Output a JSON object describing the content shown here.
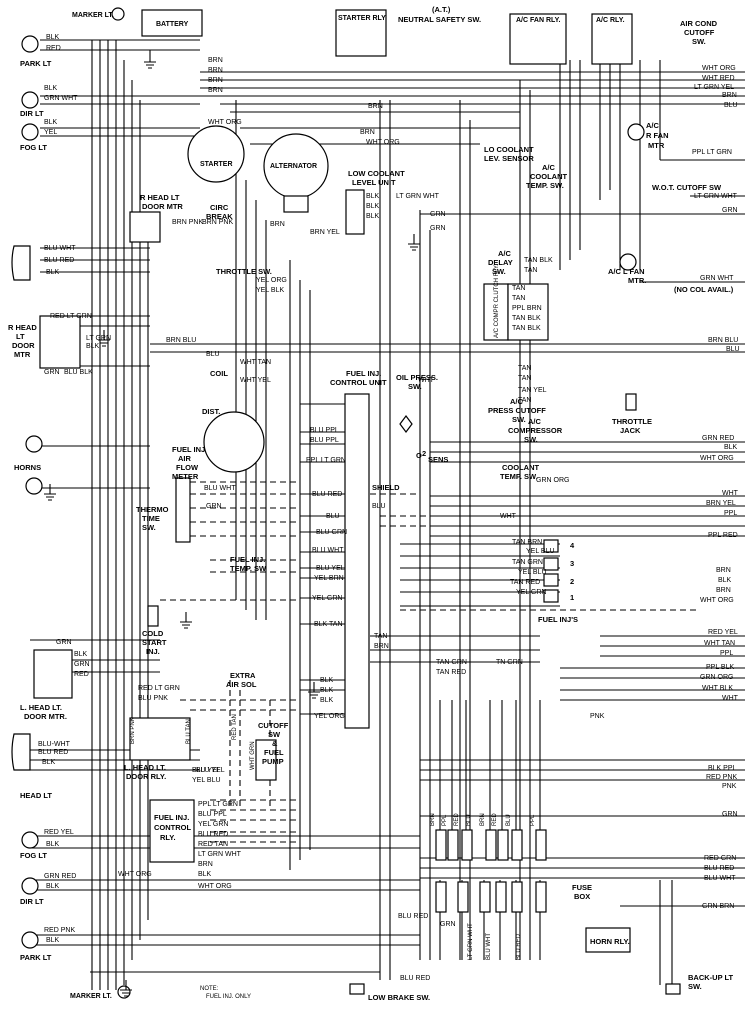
{
  "components": {
    "marker_lt_top": "MARKER LT.",
    "marker_lt_bottom": "MARKER LT.",
    "battery": "BATTERY",
    "starter_rly": "STARTER RLY",
    "neutral_safety_l1": "(A.T.)",
    "neutral_safety_l2": "NEUTRAL SAFETY SW.",
    "ac_fan_rly": "A/C FAN RLY.",
    "ac_rly": "A/C RLY.",
    "air_cond_cutoff_l1": "AIR COND",
    "air_cond_cutoff_l2": "CUTOFF",
    "air_cond_cutoff_l3": "SW.",
    "park_lt_top": "PARK LT",
    "park_lt_bottom": "PARK LT",
    "dir_lt_top": "DIR LT",
    "dir_lt_bottom": "DIR LT",
    "fog_lt_top": "FOG LT",
    "fog_lt_bottom": "FOG LT",
    "starter": "STARTER",
    "alternator": "ALTERNATOR",
    "lo_coolant_lev_l1": "LO COOLANT",
    "lo_coolant_lev_l2": "LEV. SENSOR",
    "ac_r_fan_l1": "A/C",
    "ac_r_fan_l2": "R FAN",
    "ac_r_fan_l3": "MTR",
    "ac_coolant_temp_l1": "A/C",
    "ac_coolant_temp_l2": "COOLANT",
    "ac_coolant_temp_l3": "TEMP. SW.",
    "low_coolant_unit_l1": "LOW COOLANT",
    "low_coolant_unit_l2": "LEVEL UNIT",
    "wot_cutoff": "W.O.T. CUTOFF SW",
    "r_head_lt_door_mtr_l1": "R HEAD LT",
    "r_head_lt_door_mtr_l2": "DOOR MTR",
    "circ_break_l1": "CIRC",
    "circ_break_l2": "BREAK",
    "throttle_sw": "THROTTLE SW.",
    "ac_delay_l1": "A/C",
    "ac_delay_l2": "DELAY",
    "ac_delay_l3": "SW.",
    "ac_l_fan_l1": "A/C L FAN",
    "ac_l_fan_l2": "MTR.",
    "no_col_avail": "(NO COL AVAIL.)",
    "ac_compr_clutch": "A/C COMPR CLUTCH RLY.",
    "r_head_lt_door_mtr_left_l1": "R HEAD",
    "r_head_lt_door_mtr_left_l2": "LT",
    "r_head_lt_door_mtr_left_l3": "DOOR",
    "r_head_lt_door_mtr_left_l4": "MTR",
    "coil": "COIL",
    "dist": "DIST.",
    "fuel_inj_control_unit_l1": "FUEL INJ.",
    "fuel_inj_control_unit_l2": "CONTROL UNIT",
    "oil_press_l1": "OIL PRESS.",
    "oil_press_l2": "SW.",
    "ac_press_cutoff_l1": "A/C",
    "ac_press_cutoff_l2": "PRESS CUTOFF",
    "ac_press_cutoff_l3": "SW.",
    "ac_compressor_l1": "A/C",
    "ac_compressor_l2": "COMPRESSOR",
    "ac_compressor_l3": "SW.",
    "throttle_jack_l1": "THROTTLE",
    "throttle_jack_l2": "JACK",
    "horns": "HORNS",
    "fuel_inj_air_flow_l1": "FUEL INJ",
    "fuel_inj_air_flow_l2": "AIR",
    "fuel_inj_air_flow_l3": "FLOW",
    "fuel_inj_air_flow_l4": "METER",
    "o2_sens_l1": "O",
    "o2_sens_l2": "SENS",
    "shield": "SHIELD",
    "coolant_temp_sw_l1": "COOLANT",
    "coolant_temp_sw_l2": "TEMP. SW.",
    "thermo_time_l1": "THERMO",
    "thermo_time_l2": "TIME",
    "thermo_time_l3": "SW.",
    "fuel_inj_temp_l1": "FUEL INJ.",
    "fuel_inj_temp_l2": "TEMP. SW",
    "fuel_injs": "FUEL INJ'S",
    "cold_start_l1": "COLD",
    "cold_start_l2": "START",
    "cold_start_l3": "INJ.",
    "extra_air_sol_l1": "EXTRA",
    "extra_air_sol_l2": "AIR SOL",
    "l_head_lt_door_mtr_top_l1": "L. HEAD LT.",
    "l_head_lt_door_mtr_top_l2": "DOOR MTR.",
    "l_head_lt_door_rly_l1": "L. HEAD LT.",
    "l_head_lt_door_rly_l2": "DOOR RLY.",
    "cutoff_sw_l1": "CUTOFF",
    "cutoff_sw_l2": "SW",
    "cutoff_sw_l3": "&",
    "cutoff_sw_l4": "FUEL",
    "cutoff_sw_l5": "PUMP",
    "head_lt": "HEAD LT",
    "fuel_inj_control_rly_l1": "FUEL INJ.",
    "fuel_inj_control_rly_l2": "CONTROL",
    "fuel_inj_control_rly_l3": "RLY.",
    "fuse_box_l1": "FUSE",
    "fuse_box_l2": "BOX",
    "horn_rly": "HORN RLY.",
    "back_up_lt_l1": "BACK-UP LT",
    "back_up_lt_l2": "SW.",
    "low_brake_sw": "LOW BRAKE SW.",
    "note_l1": "NOTE:",
    "note_l2": "FUEL INJ. ONLY"
  },
  "wire_labels_left": [
    "BLK",
    "RED",
    "BLK",
    "GRN WHT",
    "BLK",
    "YEL",
    "BLU WHT",
    "BLU RED",
    "BLK",
    "RED LT GRN",
    "LT GRN",
    "BLK",
    "GRN",
    "BLU BLK",
    "GRN",
    "BLK",
    "GRN",
    "RED",
    "BLU-WHT",
    "BLU RED",
    "BLK",
    "RED YEL",
    "BLK",
    "GRN RED",
    "BLK",
    "RED PNK",
    "BLK"
  ],
  "wire_labels_right": [
    "WHT ORG",
    "WHT RED",
    "LT GRN YEL",
    "BRN",
    "BLU",
    "PPL LT GRN",
    "LT GRN WHT",
    "GRN",
    "GRN WHT",
    "BRN BLU",
    "BLU",
    "GRN RED",
    "BLK",
    "WHT ORG",
    "WHT",
    "BRN YEL",
    "PPL",
    "PPL RED",
    "BRN",
    "BLK",
    "BRN",
    "WHT ORG",
    "RED YEL",
    "WHT TAN",
    "PPL",
    "PPL BLK",
    "GRN ORG",
    "WHT BLK",
    "WHT",
    "BLK PPL",
    "RED PNK",
    "PNK",
    "GRN",
    "RED GRN",
    "BLU RED",
    "BLU WHT",
    "GRN BRN"
  ],
  "wire_labels_center": [
    "BRN",
    "BRN",
    "BRN",
    "BRN",
    "WHT ORG",
    "BRN",
    "BRN",
    "WHT ORG",
    "LT GRN WHT",
    "BLK",
    "BLK",
    "BLK",
    "GRN",
    "GRN",
    "BRN PNK",
    "BRN PNK",
    "BRN",
    "BRN YEL",
    "YEL ORG",
    "YEL BLK",
    "TAN BLK",
    "TAN",
    "TAN",
    "TAN",
    "PPL BRN",
    "TAN BLK",
    "TAN BLK",
    "BRN BLU",
    "BLU",
    "WHT TAN",
    "WHT YEL",
    "WHT",
    "TAN",
    "TAN",
    "TAN YEL",
    "TAN",
    "BLU PPL",
    "BLU PPL",
    "BLU WHT",
    "PPL LT GRN",
    "BLU RED",
    "GRN",
    "BLU",
    "BLU GRN",
    "BLU WHT",
    "BLU YEL",
    "YEL BRN",
    "YEL GRN",
    "BLK TAN",
    "GRN ORG",
    "BLU",
    "WHT",
    "TAN BRN",
    "YEL BLU",
    "TAN GRN",
    "YEL BLU",
    "TAN RED",
    "YEL GRN",
    "TAN",
    "BRN",
    "TAN GRN",
    "TAN RED",
    "TN GRN",
    "BLK",
    "BLK",
    "BLK",
    "YEL ORG",
    "RED LT GRN",
    "BLU PNK",
    "BRN PNK",
    "BLU TAN",
    "BLU YEL",
    "YEL BLU",
    "WHT GRN",
    "RED TAN",
    "PPL LT GRN",
    "BLU PPL",
    "YEL GRN",
    "BLU RED",
    "RED TAN",
    "LT GRN WHT",
    "BRN",
    "BLK",
    "WHT ORG",
    "BLU RED",
    "BLU RED",
    "GRN",
    "LT GRN WHT",
    "BLU WHT",
    "BLU RED",
    "PNK",
    "BLU YEL",
    "WHT ORG",
    "BRN",
    "PPL",
    "RED",
    "BLU",
    "BRN",
    "RED",
    "BLU",
    "PPL"
  ],
  "terminal_numbers": [
    "4",
    "3",
    "2",
    "1",
    "2"
  ]
}
